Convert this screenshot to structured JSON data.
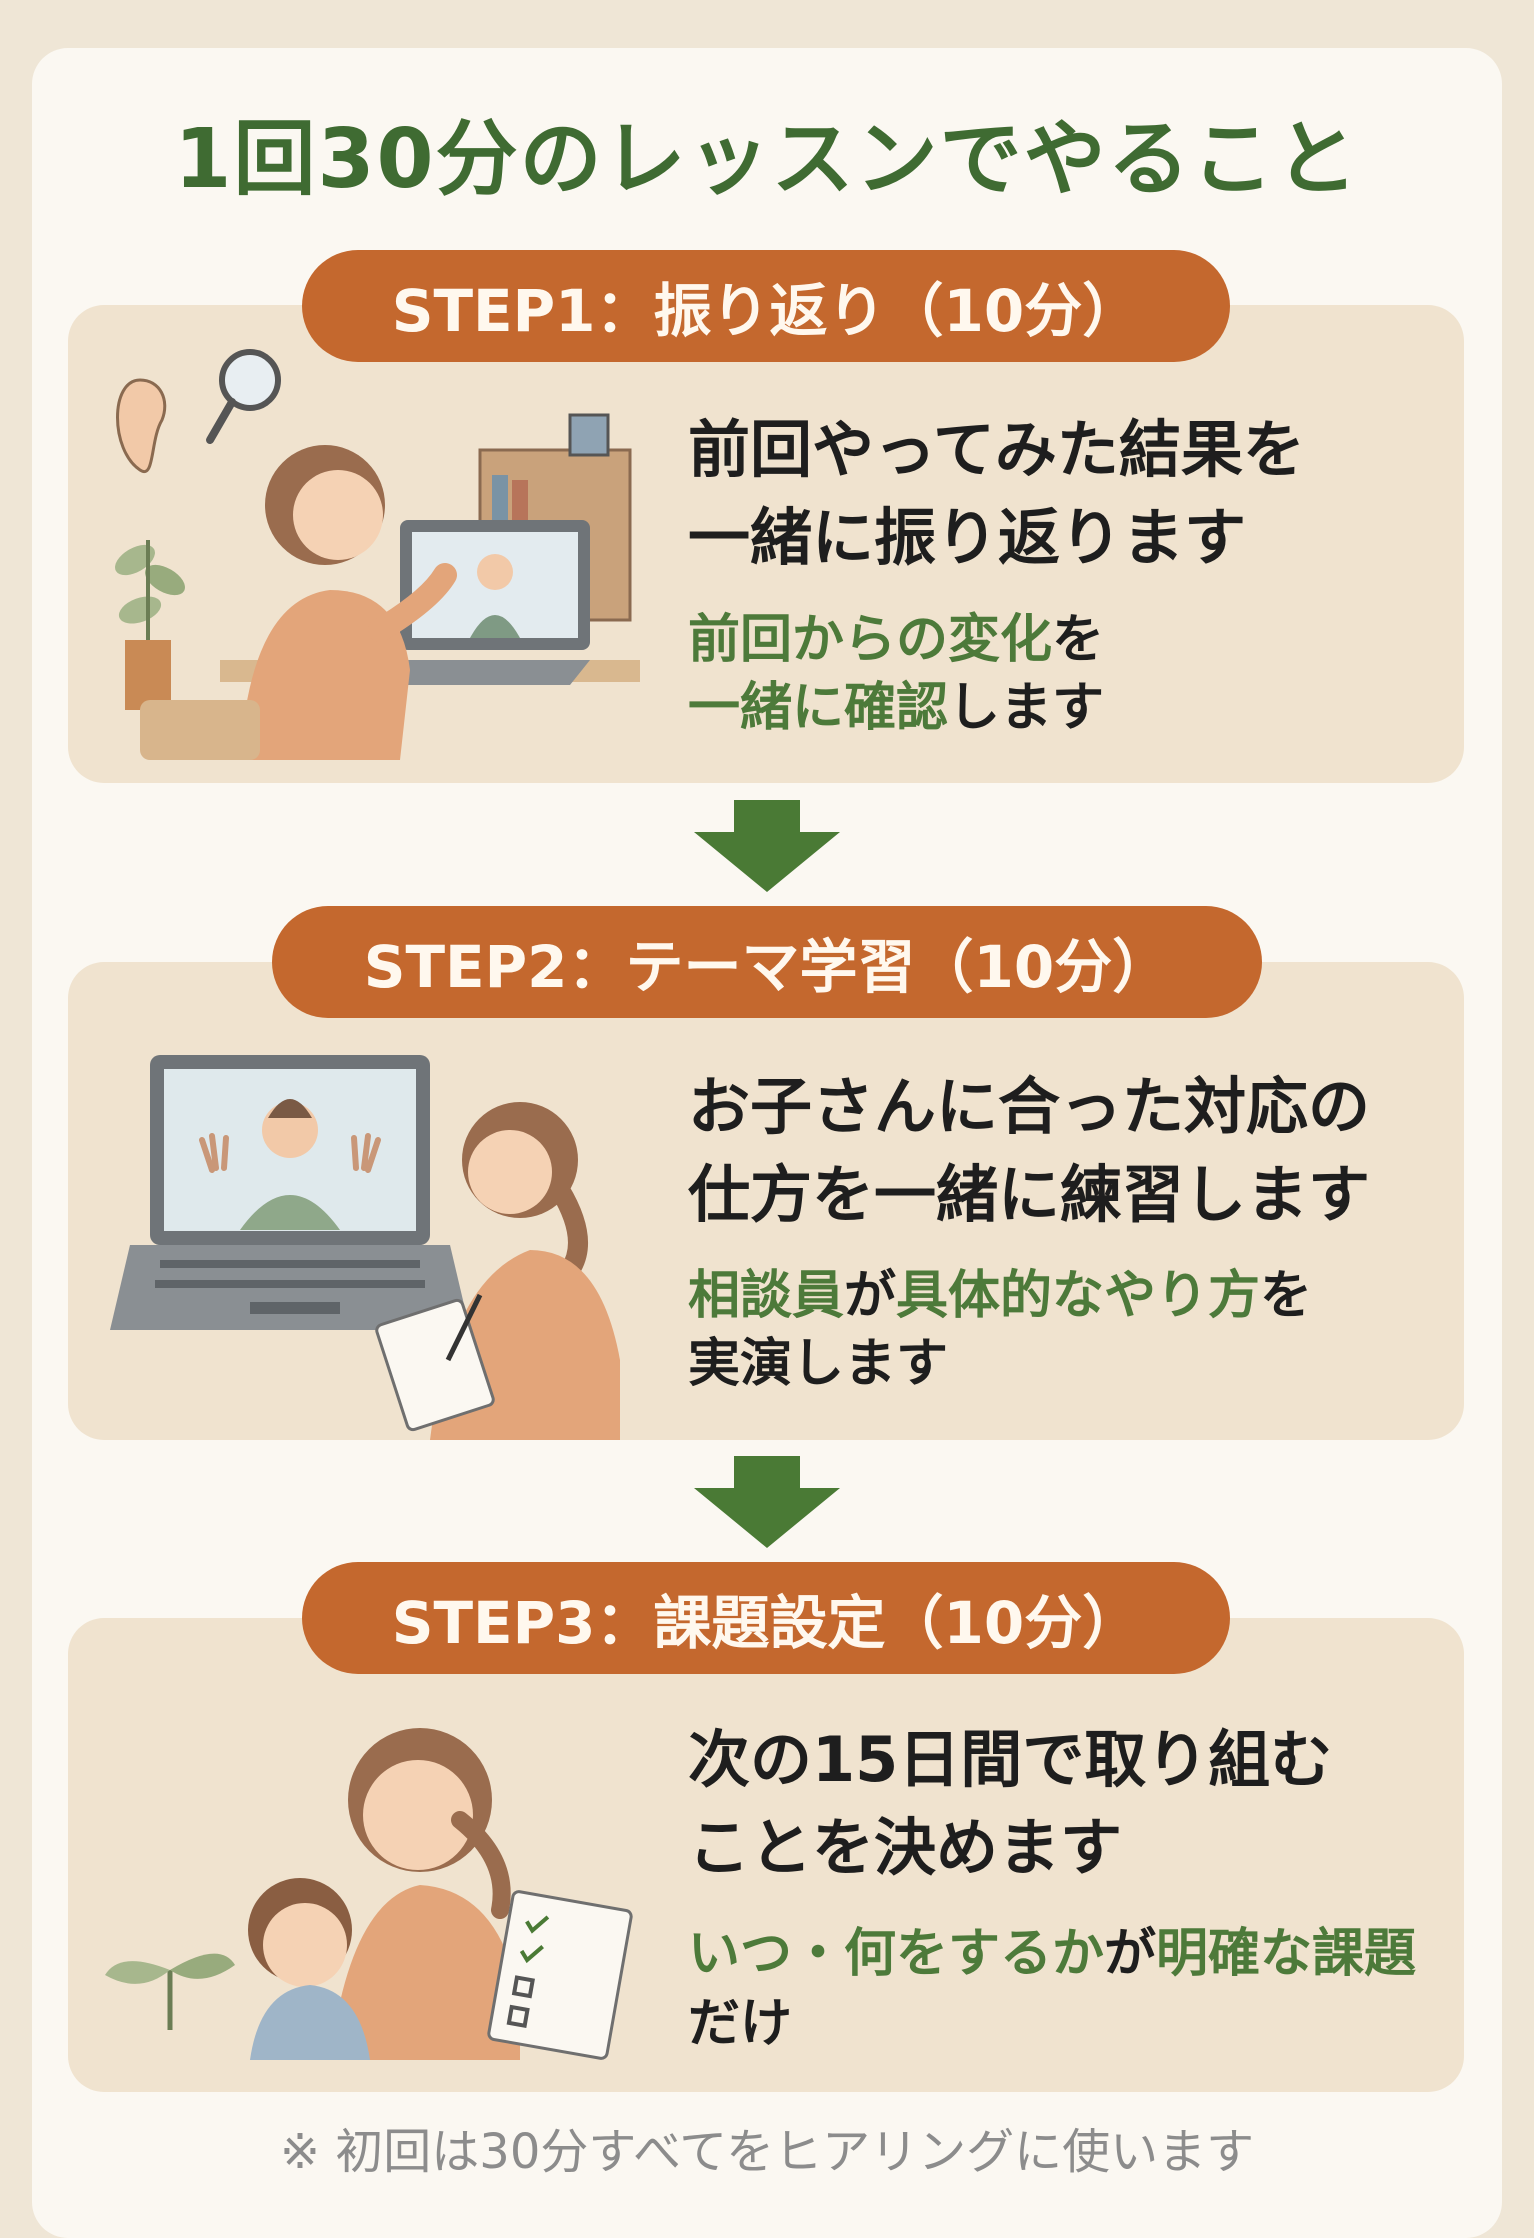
{
  "title": "1回30分のレッスンでやること",
  "steps": [
    {
      "label": "STEP1：振り返り（10分）",
      "heading_line1": "前回やってみた結果を",
      "heading_line2": "一緒に振り返ります",
      "sub1_hl": "前回からの変化",
      "sub1_rest": "を",
      "sub2_hl": "一緒に確認",
      "sub2_rest": "します"
    },
    {
      "label": "STEP2：テーマ学習（10分）",
      "heading_line1": "お子さんに合った対応の",
      "heading_line2": "仕方を一緒に練習します",
      "sub1_hl_a": "相談員",
      "sub1_mid": "が",
      "sub1_hl_b": "具体的なやり方",
      "sub1_rest": "を",
      "sub2": "実演します"
    },
    {
      "label": "STEP3：課題設定（10分）",
      "heading_line1": "次の15日間で取り組む",
      "heading_line2": "ことを決めます",
      "sub1_hl_a": "いつ・何をするか",
      "sub1_mid": "が",
      "sub1_hl_b": "明確な課題",
      "sub2": "だけ"
    }
  ],
  "footnote": "※ 初回は30分すべてをヒアリングに使います",
  "colors": {
    "background": "#efe6d6",
    "card": "#fbf8f2",
    "panel": "#f0e3cf",
    "pill": "#c4682e",
    "title": "#3f6b32",
    "highlight": "#4d7a3a",
    "arrow": "#4a7a35"
  }
}
